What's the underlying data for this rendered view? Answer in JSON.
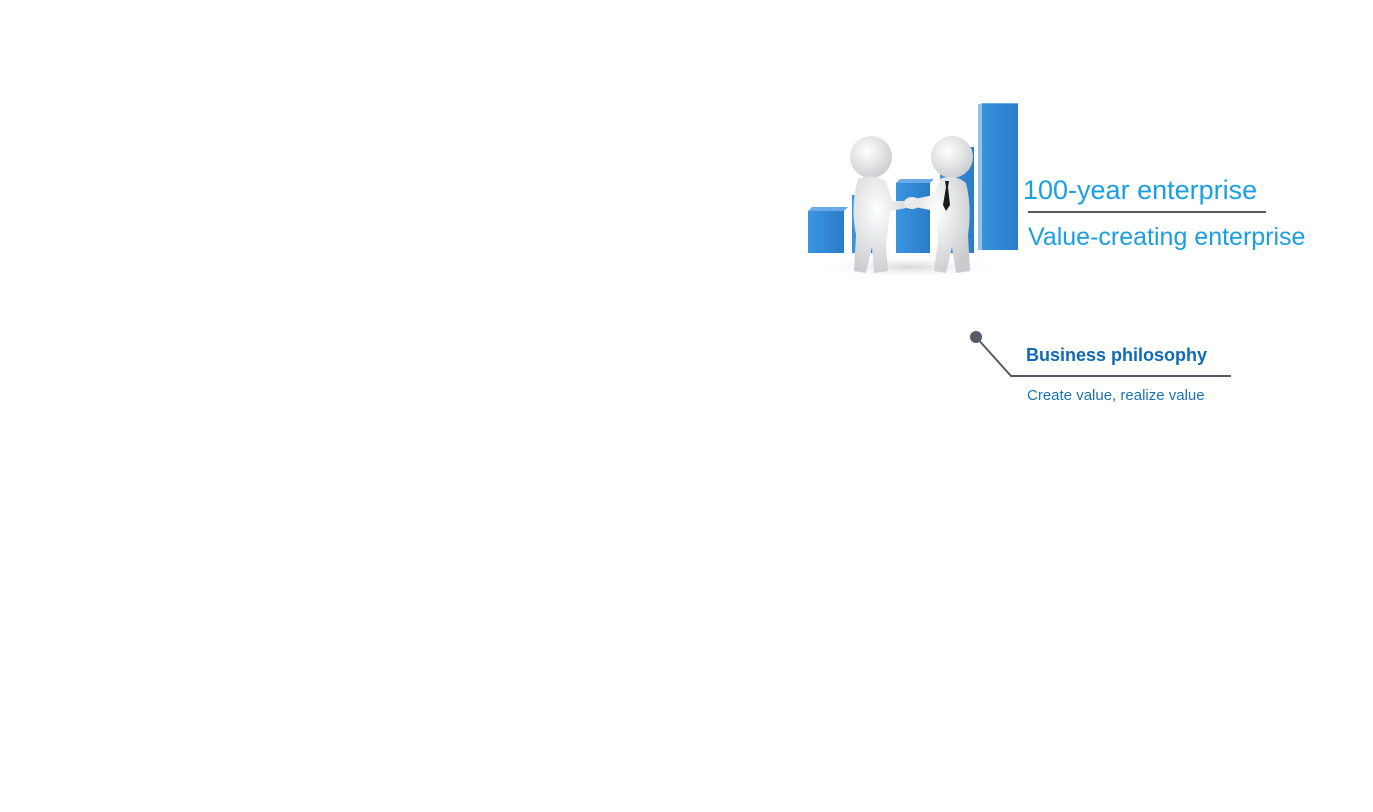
{
  "hero": {
    "illustration_icon": "handshake-bar-chart-icon",
    "slogan_primary": "100-year enterprise",
    "slogan_secondary": "Value-creating enterprise"
  },
  "philosophy": {
    "title": "Business philosophy",
    "description": "Create value, realize value"
  },
  "colors": {
    "background": "#ffffff",
    "slogan": "#1aa0e0",
    "title": "#0f6bb6",
    "description": "#1a72b8",
    "bar_blue": "#2f86d3",
    "rule": "#555b66"
  }
}
